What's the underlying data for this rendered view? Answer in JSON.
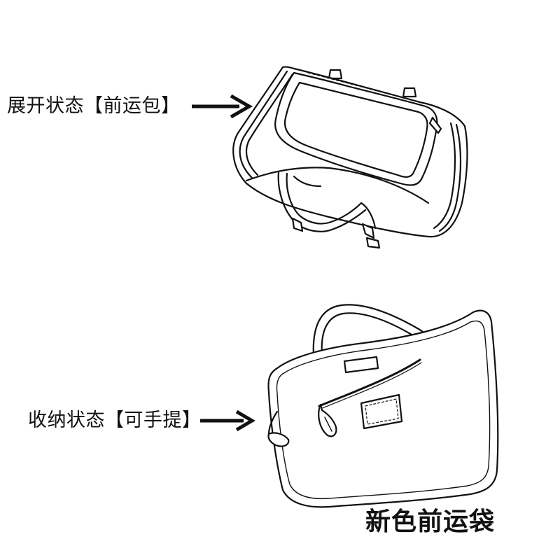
{
  "labels": {
    "expanded": "展开状态【前运包】",
    "folded": "收纳状态【可手提】"
  },
  "title": "新色前运袋",
  "colors": {
    "ink": "#111111",
    "background": "#ffffff",
    "fill": "#ffffff"
  }
}
